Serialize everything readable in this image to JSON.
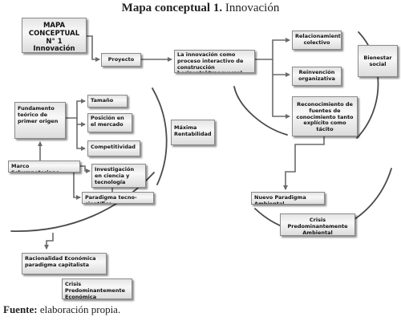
{
  "title": {
    "bold": "Mapa conceptual 1.",
    "rest": "Innovación"
  },
  "footer": {
    "label": "Fuente:",
    "text": "elaboración propia."
  },
  "nodes": {
    "mapa": "MAPA CONCEPTUAL N° 1 Innovación",
    "proyecto": "Proyecto",
    "innovacion": "La innovación como proceso interactivo de construcción horizontal/transversal",
    "relacionamiento": "Relacionamiento colectivo",
    "reinvencion": "Reinvención organizativa",
    "reconocimiento": "Reconocimiento de fuentes de conocimiento tanto explícito como tácito",
    "bienestar": "Bienestar social",
    "fundamento": "Fundamento teórico de primer origen",
    "tamano": "Tamaño",
    "posicion": "Posición en el mercado",
    "competitividad": "Competitividad",
    "maxima": "Máxima Rentabilidad",
    "marco": "Marco Schumpeteriano",
    "investigacion": "Investigación en ciencia y tecnología",
    "paradigma": "Paradigma tecno-científico",
    "nuevo": "Nuevo Paradigma Ambiental",
    "crisis_amb": "Crisis Predominantemente Ambiental",
    "racionalidad": "Racionalidad Económica paradigma capitalista",
    "crisis_eco": "Crisis Predominantemente Económica"
  },
  "colors": {
    "box_border": "#8a8a8a",
    "arrow": "#6a6a6a",
    "curve": "#4a4a4a"
  },
  "icons": [
    "arrow-icon"
  ]
}
